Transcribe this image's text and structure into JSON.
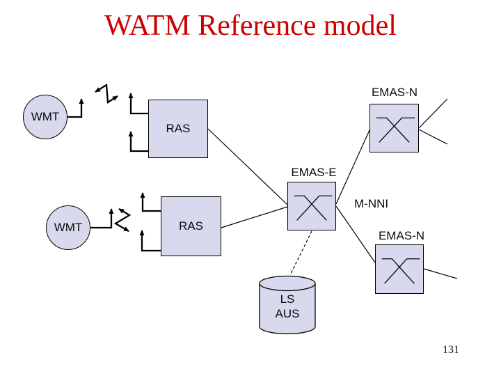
{
  "slide": {
    "title": "WATM Reference model",
    "page_number": "131"
  },
  "colors": {
    "title_red": "#cc0000",
    "node_fill": "#d9d9ee",
    "node_border": "#000000",
    "line": "#000000",
    "background": "#ffffff"
  },
  "diagram": {
    "wmt_top": {
      "label": "WMT"
    },
    "ras_top": {
      "label": "RAS"
    },
    "emas_n_top": {
      "label": "EMAS-N"
    },
    "emas_e": {
      "label": "EMAS-E"
    },
    "m_nni_label": "M-NNI",
    "emas_n_bottom": {
      "label": "EMAS-N"
    },
    "wmt_bottom": {
      "label": "WMT"
    },
    "ras_bottom": {
      "label": "RAS"
    },
    "ls_aus": {
      "line1": "LS",
      "line2": "AUS"
    }
  }
}
